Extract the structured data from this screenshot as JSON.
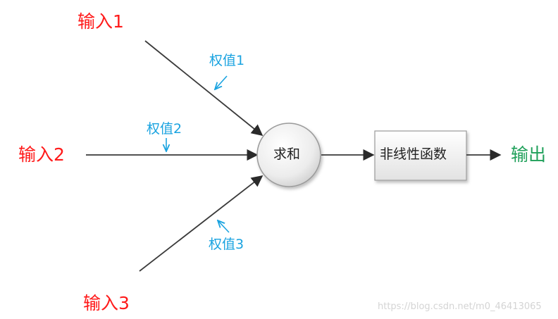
{
  "inputs": [
    "输入1",
    "输入2",
    "输入3"
  ],
  "weights": [
    "权值1",
    "权值2",
    "权值3"
  ],
  "sum_node": "求和",
  "activation_box": "非线性函数",
  "output": "输出",
  "watermark": "https://blog.csdn.net/m0_46413065",
  "colors": {
    "input": "#ff1a1a",
    "weight": "#1aa3e0",
    "output": "#1fa05a",
    "arrow": "#333333"
  }
}
